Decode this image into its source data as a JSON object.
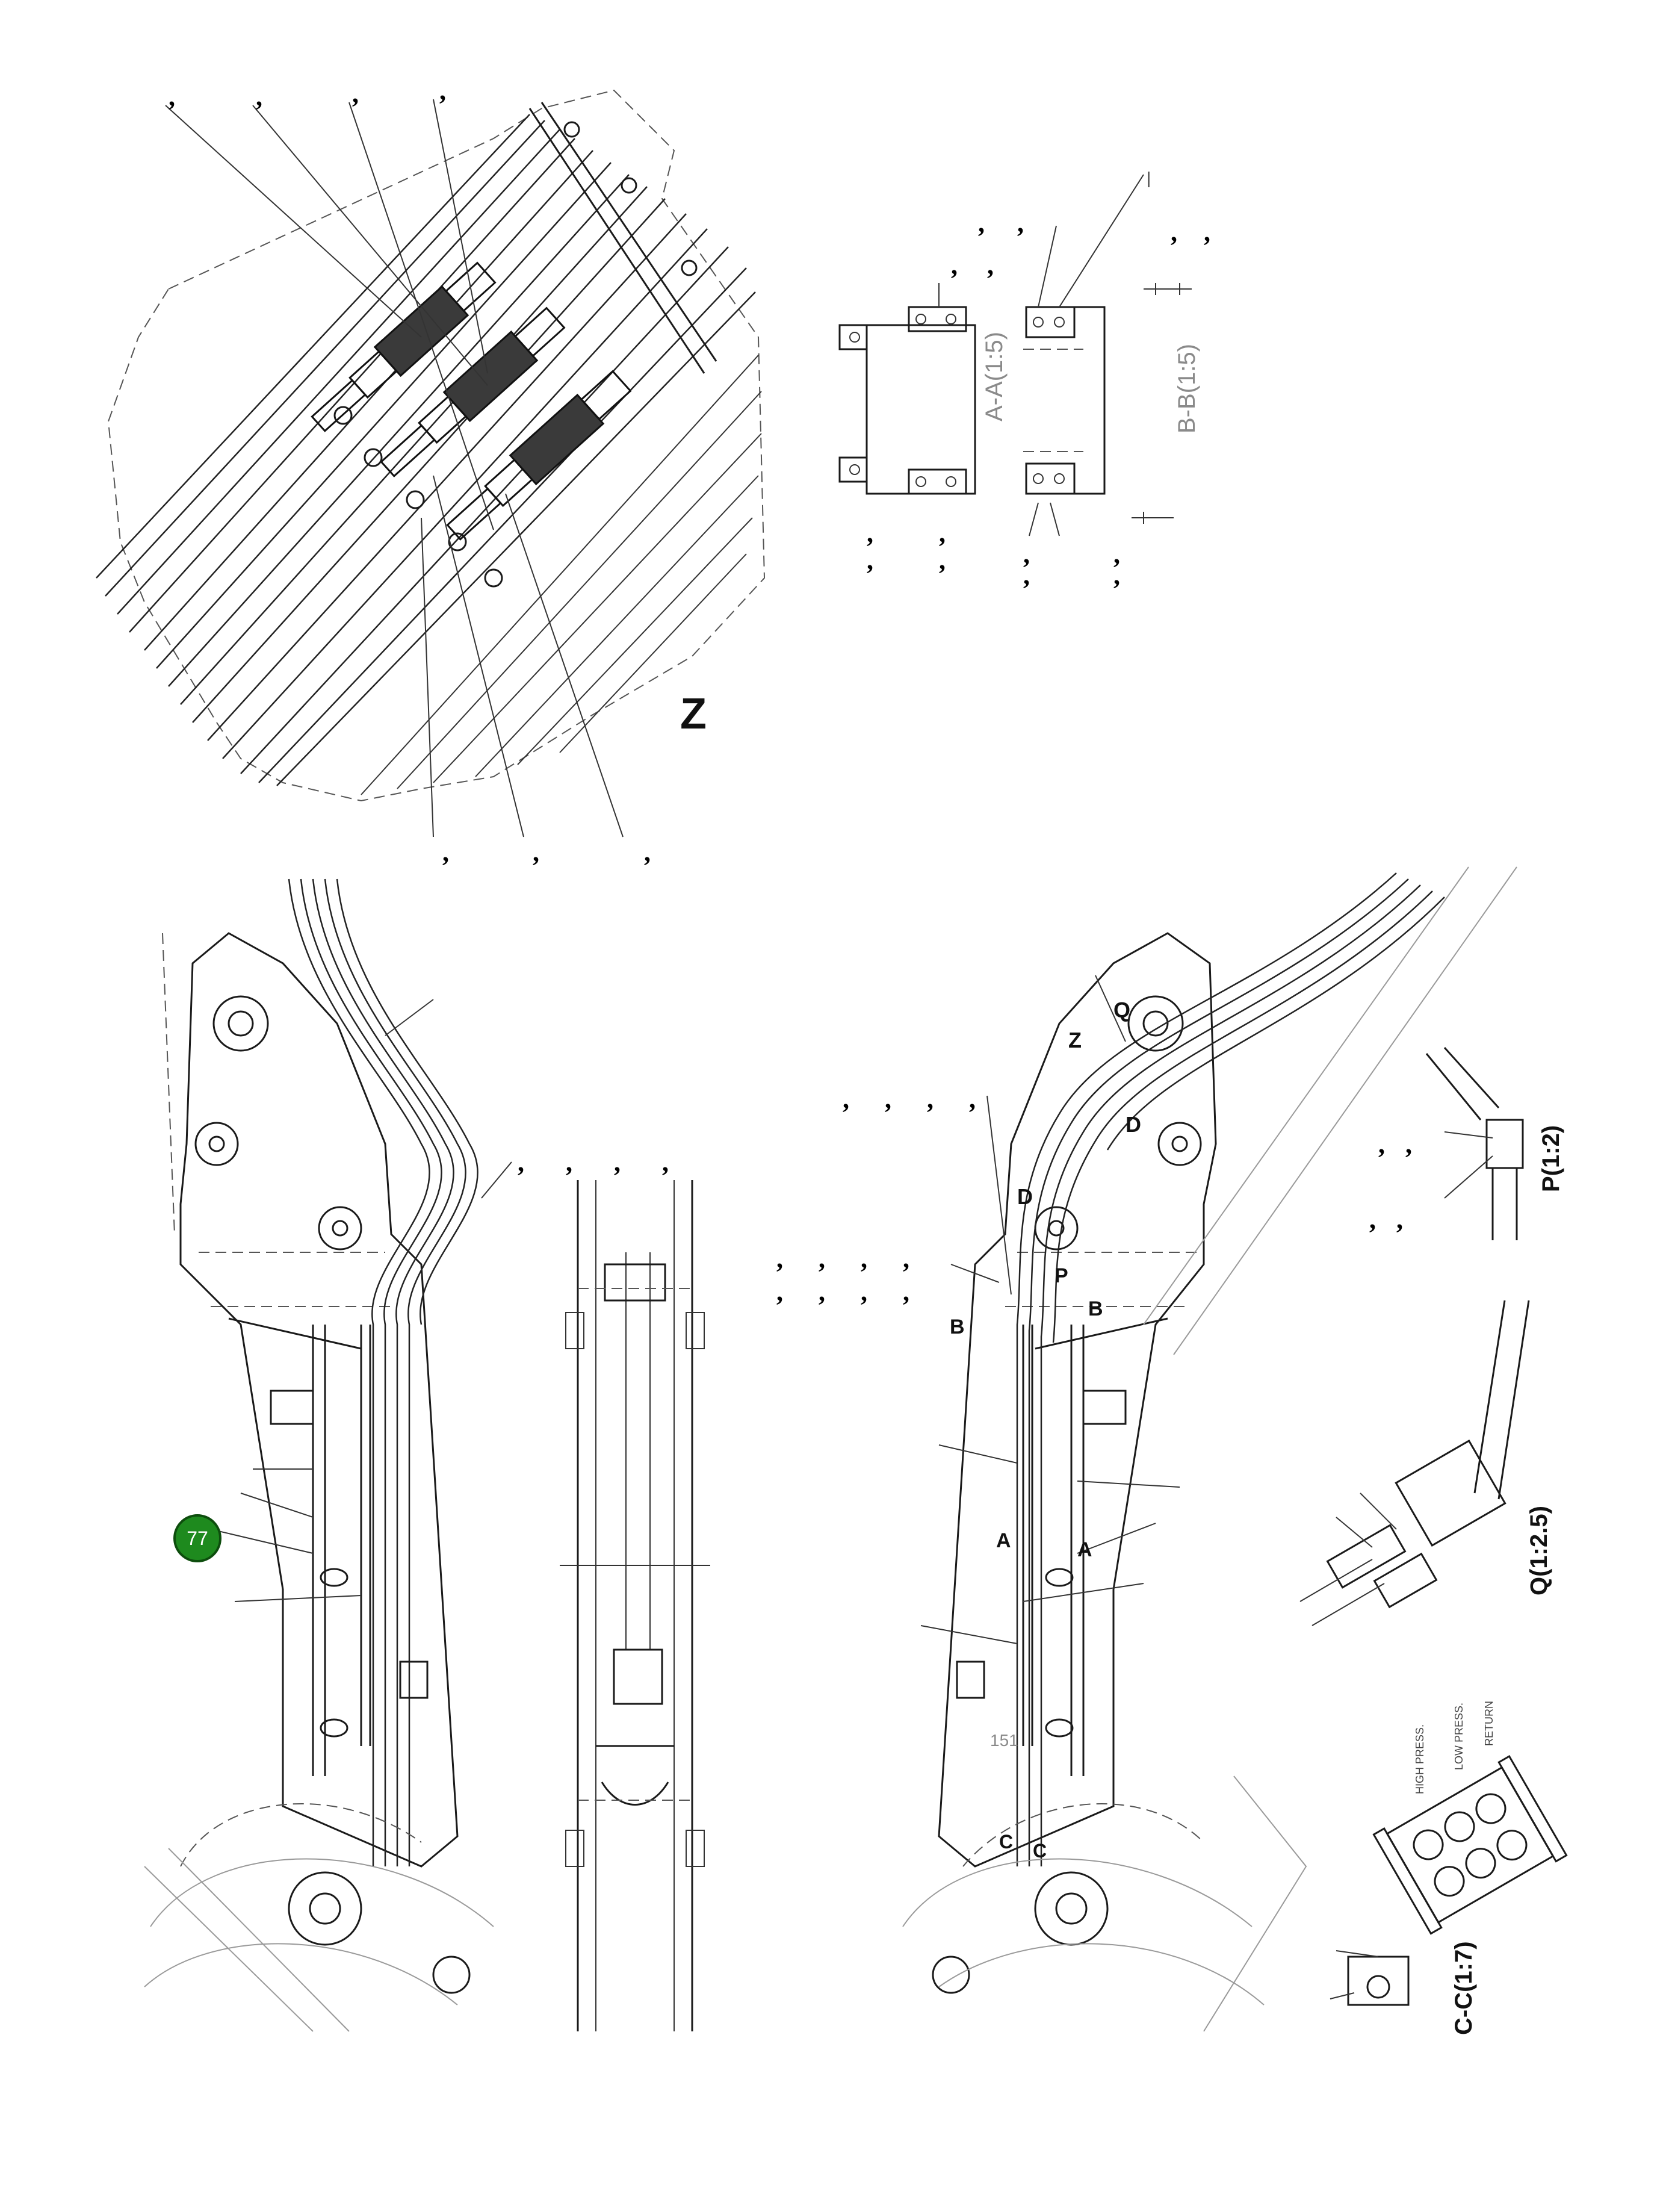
{
  "views": {
    "detail_z": {
      "label": "Z"
    },
    "section_aa": {
      "label": "A-A(1:5)"
    },
    "section_bb": {
      "label": "B-B(1:5)"
    },
    "detail_p": {
      "label": "P(1:2)"
    },
    "detail_q": {
      "label": "Q(1:2.5)"
    },
    "section_cc": {
      "label": "C-C(1:7)"
    }
  },
  "section_markers": {
    "z_arrow": "Z",
    "q": "Q",
    "d_top": "D",
    "d_mid": "D",
    "p": "P",
    "b_left": "B",
    "b_right": "B",
    "a_left": "A",
    "a_right": "A",
    "c_left": "C",
    "c_right": "C"
  },
  "dim_text": "151",
  "cc_notes": [
    "HIGH PRESS.",
    "LOW PRESS.",
    "RETURN"
  ],
  "callout_badge": {
    "number": "77",
    "color": "#1e8a1e"
  },
  "colors": {
    "line": "#1a1a1a",
    "dashed": "#555555",
    "background": "#ffffff"
  }
}
